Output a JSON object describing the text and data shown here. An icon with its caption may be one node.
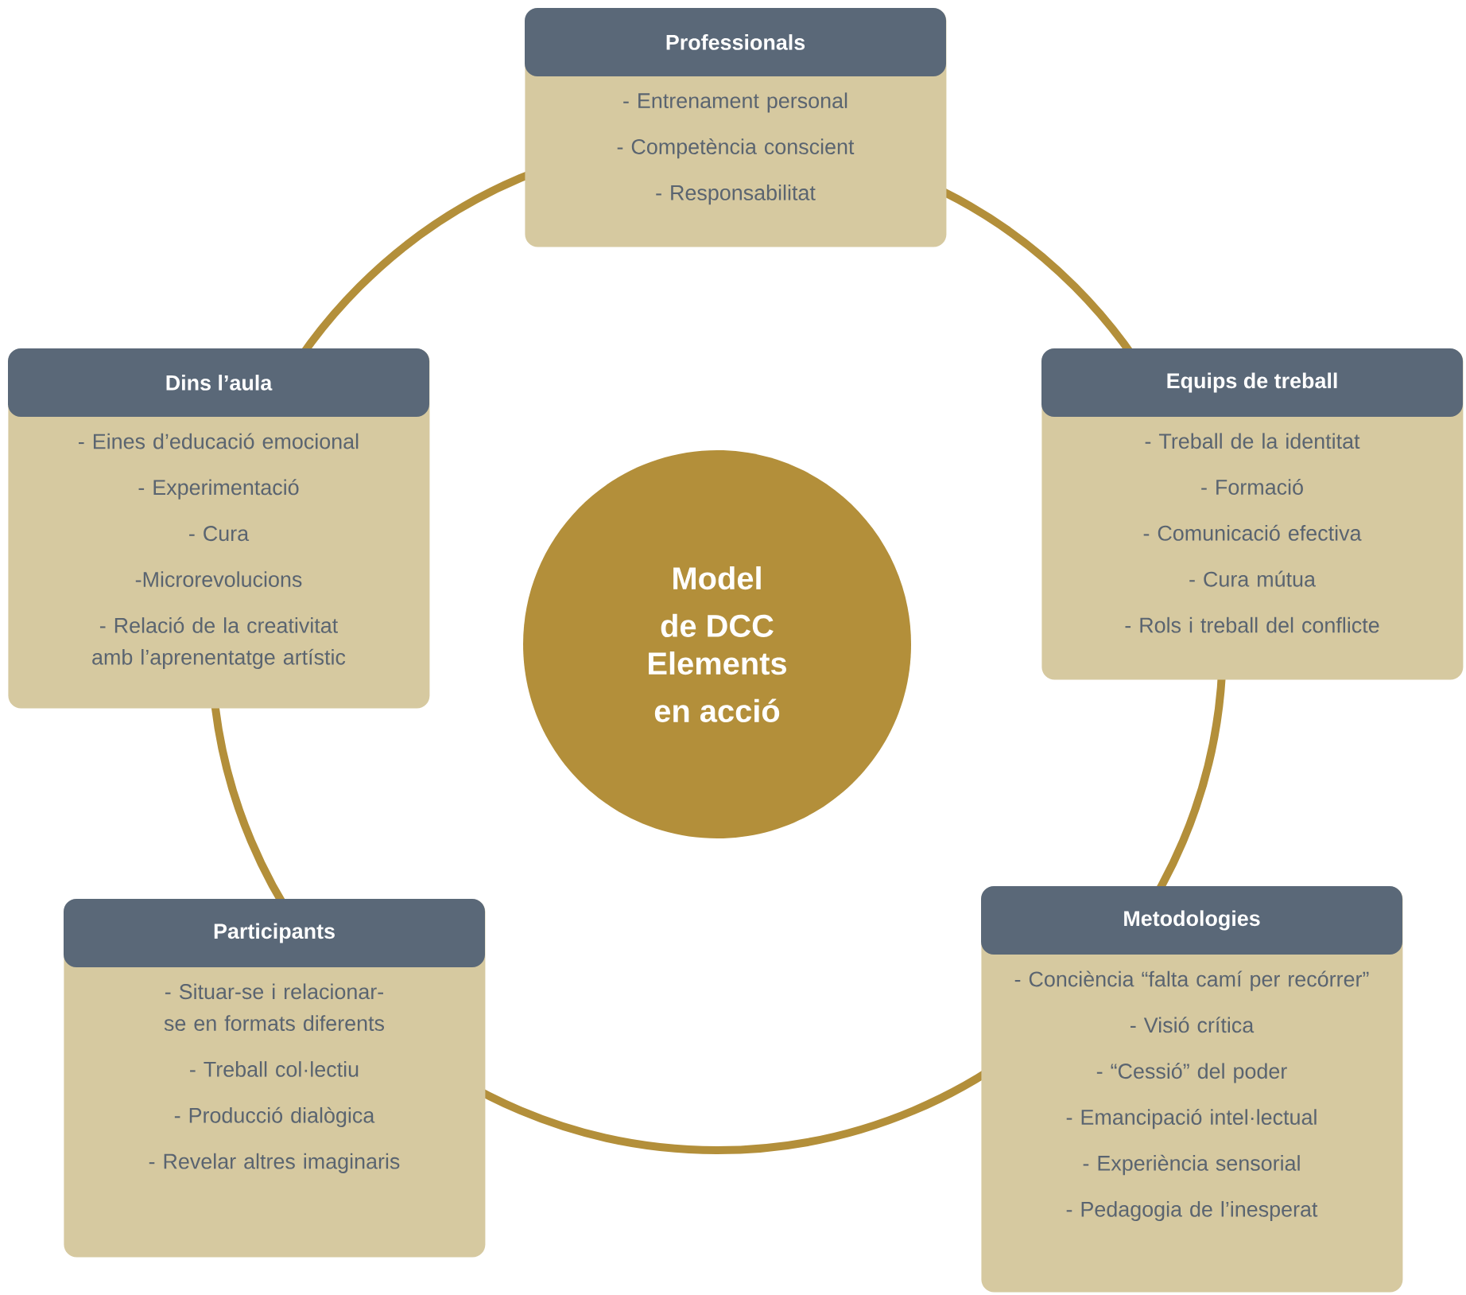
{
  "diagram": {
    "nodes": [
      {
        "text": [
          "Model de DCC",
          "Elements en acció"
        ]
      },
      {
        "text": [
          "Professionals",
          "- Entrenament personal",
          "- Competència conscient",
          "- Responsabilitat"
        ]
      },
      {
        "text": [
          "Dins l’aula",
          "- Eines d’educació emocional",
          "- Experimentació",
          "- Cura",
          "-Microrevolucions",
          "- Relació de la creativitat amb l’aprenentatge artístic"
        ]
      },
      {
        "text": [
          "Equips de treball",
          "- Treball de la identitat",
          "- Formació",
          "- Comunicació efectiva",
          "- Cura mútua",
          "- Rols i treball del conflicte"
        ]
      },
      {
        "text": [
          "Participants",
          "- Situar-se i relacionar-se en formats diferents",
          "- Treball col·lectiu",
          "- Producció dialògica",
          "- Revelar altres imaginaris"
        ]
      },
      {
        "text": [
          "Metodologies",
          "- Conciència “falta camí per recórrer”",
          "- Visió crítica",
          "- “Cessió” del poder",
          "- Emancipació intel·lectual",
          "- Experiència sensorial",
          "- Pedagogia de l’inesperat"
        ]
      }
    ]
  }
}
